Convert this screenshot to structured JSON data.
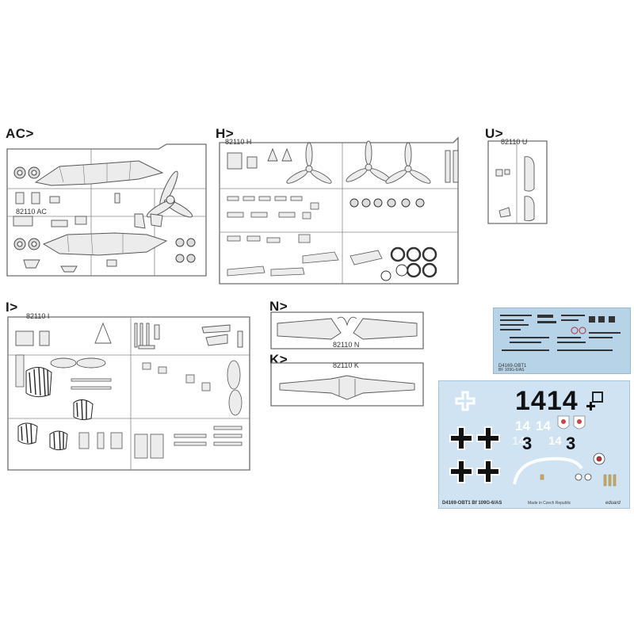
{
  "sheets": {
    "ac": {
      "label": "AC>",
      "code": "82110 AC"
    },
    "h": {
      "label": "H>",
      "code": "82110 H"
    },
    "u": {
      "label": "U>",
      "code": "82110 U"
    },
    "i": {
      "label": "I>",
      "code": "82110 I"
    },
    "n": {
      "label": "N>",
      "code": "82110 N"
    },
    "k": {
      "label": "K>",
      "code": "82110 K"
    }
  },
  "decals": {
    "small_sheet": {
      "code": "D4169-OBT1",
      "caption": "BF 109G-6/AS"
    },
    "large_sheet": {
      "number_big": "1414",
      "number_small": "14",
      "numeral_3": "3",
      "footer_left": "D4169-OBT1 Bf 109G-6/AS",
      "footer_mid": "Made in Czech Republic",
      "footer_right": "eduard"
    }
  },
  "colors": {
    "decal_background": "#cfe3f3",
    "small_decal_background": "#b7d3e8",
    "sprue_stroke": "#6d6d6d",
    "part_fill": "#ececec"
  }
}
